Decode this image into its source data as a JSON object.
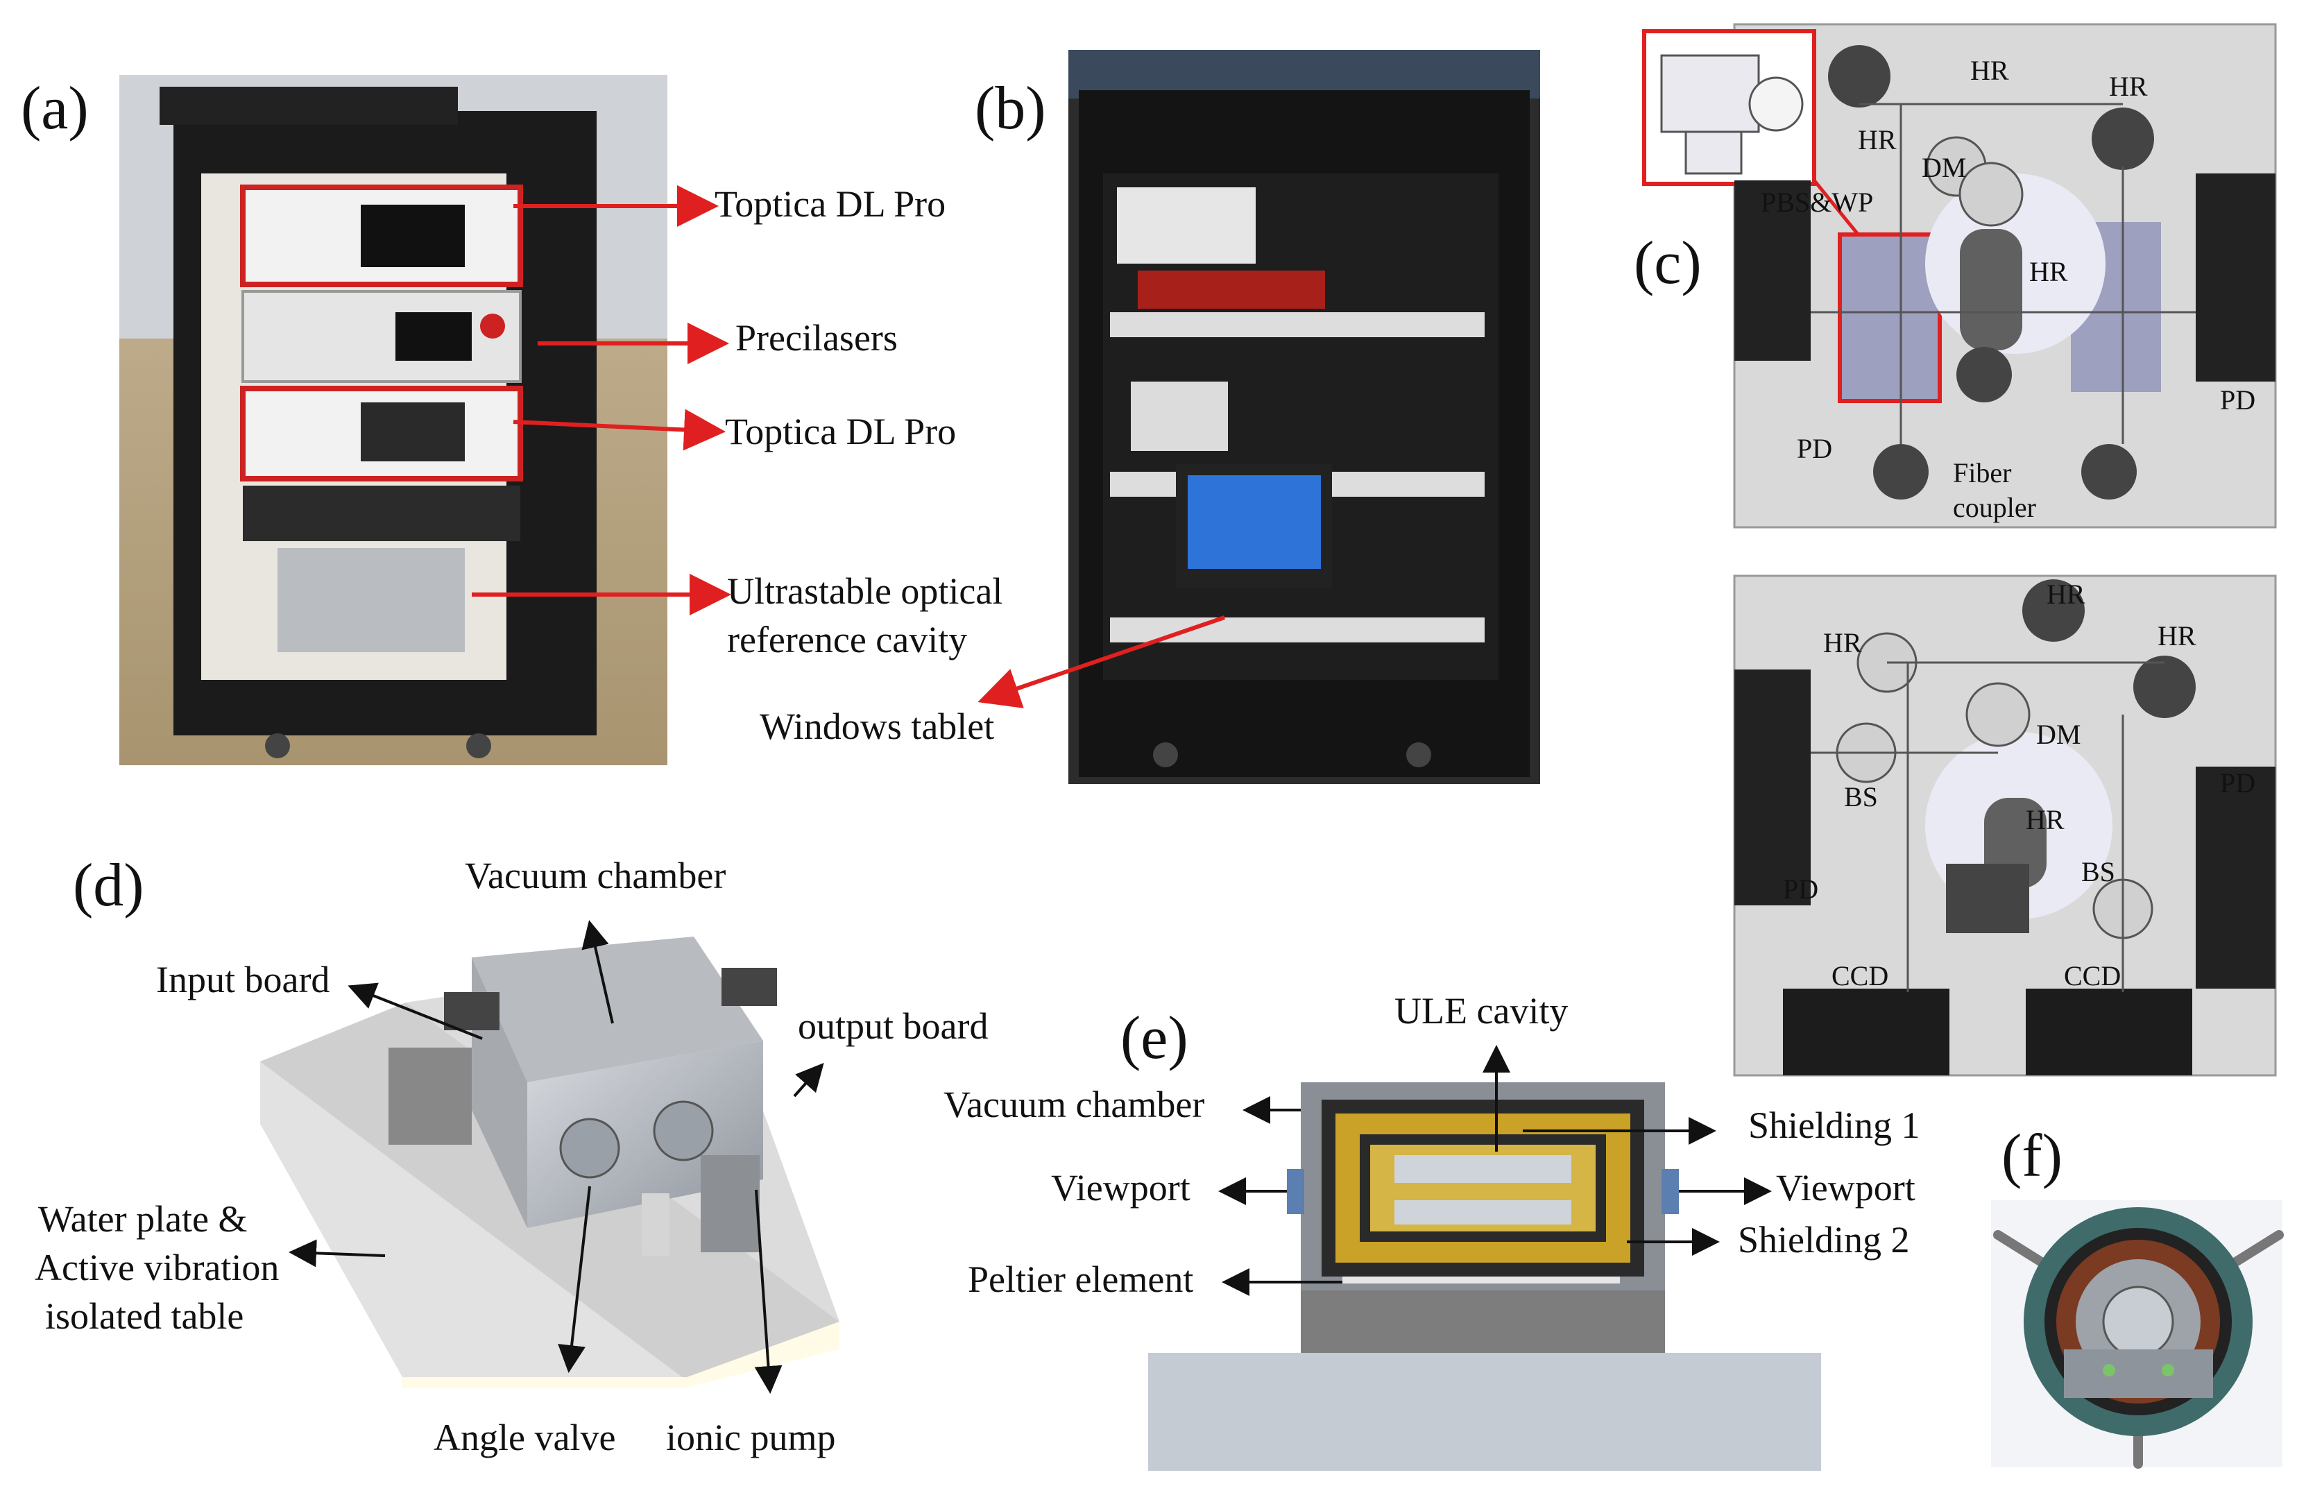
{
  "panels": {
    "a": {
      "letter": "(a)",
      "callouts": [
        "Toptica DL Pro",
        "Precilasers",
        "Toptica DL Pro"
      ],
      "cavity_line1": "Ultrastable optical",
      "cavity_line2": "reference cavity"
    },
    "b": {
      "letter": "(b)",
      "tablet": "Windows tablet"
    },
    "c": {
      "letter": "(c)",
      "top_labels": [
        "HR",
        "HR",
        "HR",
        "DM",
        "PBS&WP",
        "HR",
        "PD",
        "PD"
      ],
      "fiber1": "Fiber",
      "fiber2": "coupler",
      "bottom_labels": [
        "HR",
        "HR",
        "HR",
        "DM",
        "BS",
        "HR",
        "PD",
        "PD",
        "BS",
        "CCD",
        "CCD"
      ]
    },
    "d": {
      "letter": "(d)",
      "vacuum": "Vacuum chamber",
      "input": "Input board",
      "output": "output board",
      "water1": "Water plate &",
      "water2": "Active vibration",
      "water3": "isolated  table",
      "valve": "Angle valve",
      "pump": "ionic pump"
    },
    "e": {
      "letter": "(e)",
      "ule": "ULE cavity",
      "vacuum": "Vacuum chamber",
      "shield1": "Shielding 1",
      "viewport_left": "Viewport",
      "viewport_right": "Viewport",
      "shield2": "Shielding 2",
      "peltier": "Peltier element"
    },
    "f": {
      "letter": "(f)"
    }
  },
  "colors": {
    "callout_arrow": "#e02020",
    "black_arrow": "#111111",
    "board_gray": "#d9d9d9",
    "highlight_box": "#e02020",
    "gold_shield": "#b8860b"
  }
}
